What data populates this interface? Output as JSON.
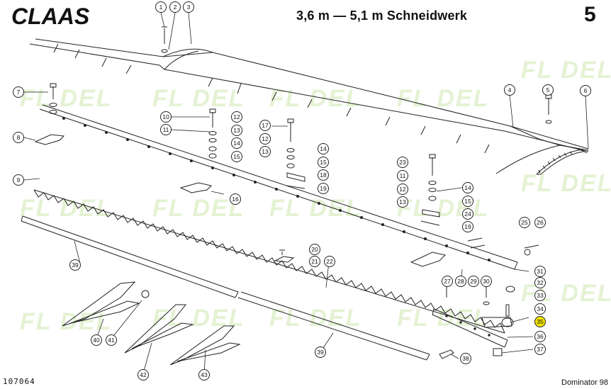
{
  "header": {
    "brand": "CLAAS",
    "title": "3,6 m — 5,1 m Schneidwerk",
    "page_number": "5"
  },
  "footer": {
    "document_number": "107064",
    "model": "Dominator 98"
  },
  "watermark": {
    "text": "FL DEL",
    "color": "#cfe9b0"
  },
  "highlight_color": "#f3e400",
  "callouts": [
    "1",
    "2",
    "3",
    "4",
    "5",
    "6",
    "7",
    "8",
    "9",
    "10",
    "11",
    "12",
    "13",
    "14",
    "15",
    "16",
    "17",
    "12",
    "13",
    "14",
    "15",
    "18",
    "19",
    "23",
    "11",
    "12",
    "13",
    "14",
    "15",
    "24",
    "19",
    "25",
    "26",
    "20",
    "21",
    "22",
    "27",
    "28",
    "29",
    "30",
    "31",
    "32",
    "33",
    "34",
    "35",
    "36",
    "37",
    "38",
    "39",
    "39",
    "40",
    "41",
    "42",
    "43"
  ],
  "highlighted_callout": "35"
}
